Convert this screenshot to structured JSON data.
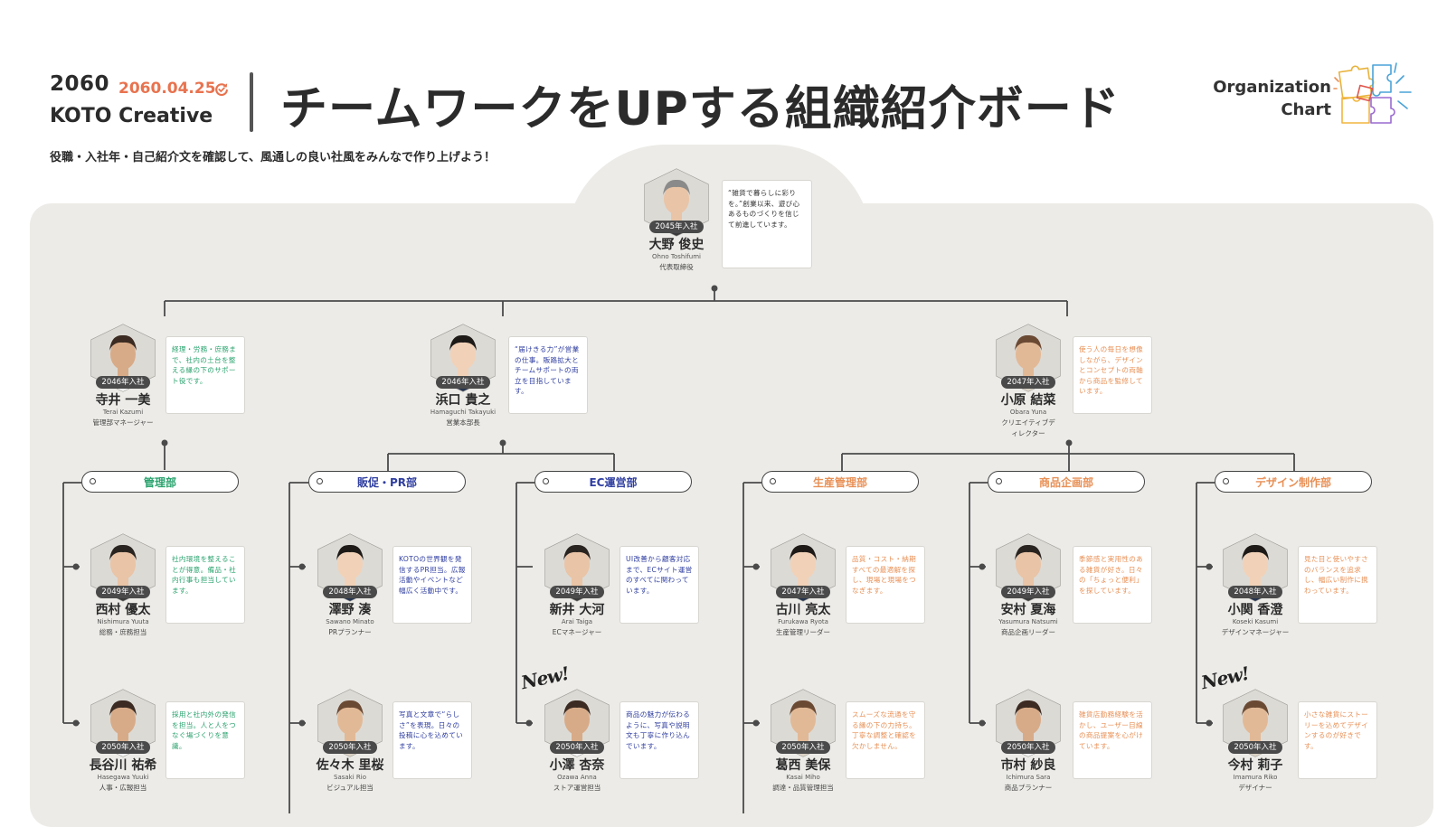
{
  "header": {
    "year": "2060",
    "date": "2060.04.25",
    "company": "KOTO Creative",
    "title": "チームワークをUPする組織紹介ボード",
    "subtitle": "役職・入社年・自己紹介文を確認して、風通しの良い社風をみんなで作り上げよう！",
    "org_label_line1": "Organization",
    "org_label_line2": "Chart",
    "icons": [
      "refresh-icon",
      "puzzle-icon"
    ]
  },
  "colors": {
    "accent_orange": "#e8734f",
    "admin_green": "#2aa36e",
    "sales_blue": "#2f3ea0",
    "creative_orange": "#e89056",
    "board_bg": "#ecebe7"
  },
  "ceo": {
    "name": "大野 俊史",
    "roman": "Ohno Toshifumi",
    "role": "代表取締役",
    "joined": "2045年入社",
    "bio": "“雑貨で暮らしに彩りを。”創業以来、遊び心あるものづくりを信じて前進しています。"
  },
  "executives": [
    {
      "name": "寺井 一美",
      "roman": "Terai Kazumi",
      "role": "管理部マネージャー",
      "joined": "2046年入社",
      "bio": "経理・労務・庶務まで、社内の土台を整える縁の下のサポート役です。"
    },
    {
      "name": "浜口 貴之",
      "roman": "Hamaguchi Takayuki",
      "role": "営業本部長",
      "joined": "2046年入社",
      "bio": "“届けきる力”が営業の仕事。販路拡大とチームサポートの両立を目指しています。"
    },
    {
      "name": "小原 結菜",
      "roman": "Obara Yuna",
      "role": "クリエイティブディレクター",
      "joined": "2047年入社",
      "bio": "使う人の毎日を想像しながら、デザインとコンセプトの両軸から商品を監修しています。"
    }
  ],
  "departments": [
    {
      "name": "管理部",
      "members": [
        {
          "name": "西村 優太",
          "roman": "Nishimura Yuuta",
          "role": "総務・庶務担当",
          "joined": "2049年入社",
          "bio": "社内環境を整えることが得意。備品・社内行事も担当しています。"
        },
        {
          "name": "長谷川 祐希",
          "roman": "Hasegawa Yuuki",
          "role": "人事・広報担当",
          "joined": "2050年入社",
          "bio": "採用と社内外の発信を担当。人と人をつなぐ場づくりを意識。"
        }
      ]
    },
    {
      "name": "販促・PR部",
      "members": [
        {
          "name": "澤野 湊",
          "roman": "Sawano Minato",
          "role": "PRプランナー",
          "joined": "2048年入社",
          "bio": "KOTOの世界観を発信するPR担当。広報活動やイベントなど幅広く活動中です。"
        },
        {
          "name": "佐々木 里桜",
          "roman": "Sasaki Rio",
          "role": "ビジュアル担当",
          "joined": "2050年入社",
          "bio": "写真と文章で“らしさ”を表現。日々の投稿に心を込めています。"
        }
      ]
    },
    {
      "name": "EC運営部",
      "members": [
        {
          "name": "新井 大河",
          "roman": "Arai Taiga",
          "role": "ECマネージャー",
          "joined": "2049年入社",
          "bio": "UI改善から顧客対応まで、ECサイト運営のすべてに関わっています。"
        },
        {
          "name": "小澤 杏奈",
          "roman": "Ozawa Anna",
          "role": "ストア運営担当",
          "joined": "2050年入社",
          "badge": "New!",
          "bio": "商品の魅力が伝わるように、写真や説明文も丁寧に作り込んでいます。"
        }
      ]
    },
    {
      "name": "生産管理部",
      "members": [
        {
          "name": "古川 亮太",
          "roman": "Furukawa Ryota",
          "role": "生産管理リーダー",
          "joined": "2047年入社",
          "bio": "品質・コスト・納期すべての最適解を探し、現場と現場をつなぎます。"
        },
        {
          "name": "葛西 美保",
          "roman": "Kasai Miho",
          "role": "調達・品質管理担当",
          "joined": "2050年入社",
          "bio": "スムーズな流通を守る縁の下の力持ち。丁寧な調整と確認を欠かしません。"
        }
      ]
    },
    {
      "name": "商品企画部",
      "members": [
        {
          "name": "安村 夏海",
          "roman": "Yasumura Natsumi",
          "role": "商品企画リーダー",
          "joined": "2049年入社",
          "bio": "季節感と実用性のある雑貨が好き。日々の「ちょっと便利」を探しています。"
        },
        {
          "name": "市村 紗良",
          "roman": "Ichimura Sara",
          "role": "商品プランナー",
          "joined": "2050年入社",
          "bio": "雑貨店勤務経験を活かし、ユーザー目線の商品提案を心がけています。"
        }
      ]
    },
    {
      "name": "デザイン制作部",
      "members": [
        {
          "name": "小関 香澄",
          "roman": "Koseki Kasumi",
          "role": "デザインマネージャー",
          "joined": "2048年入社",
          "bio": "見た目と使いやすさのバランスを追求し、幅広い制作に携わっています。"
        },
        {
          "name": "今村 莉子",
          "roman": "Imamura Riko",
          "role": "デザイナー",
          "joined": "2050年入社",
          "badge": "New!",
          "bio": "小さな雑貨にストーリーを込めてデザインするのが好きです。"
        }
      ]
    }
  ]
}
